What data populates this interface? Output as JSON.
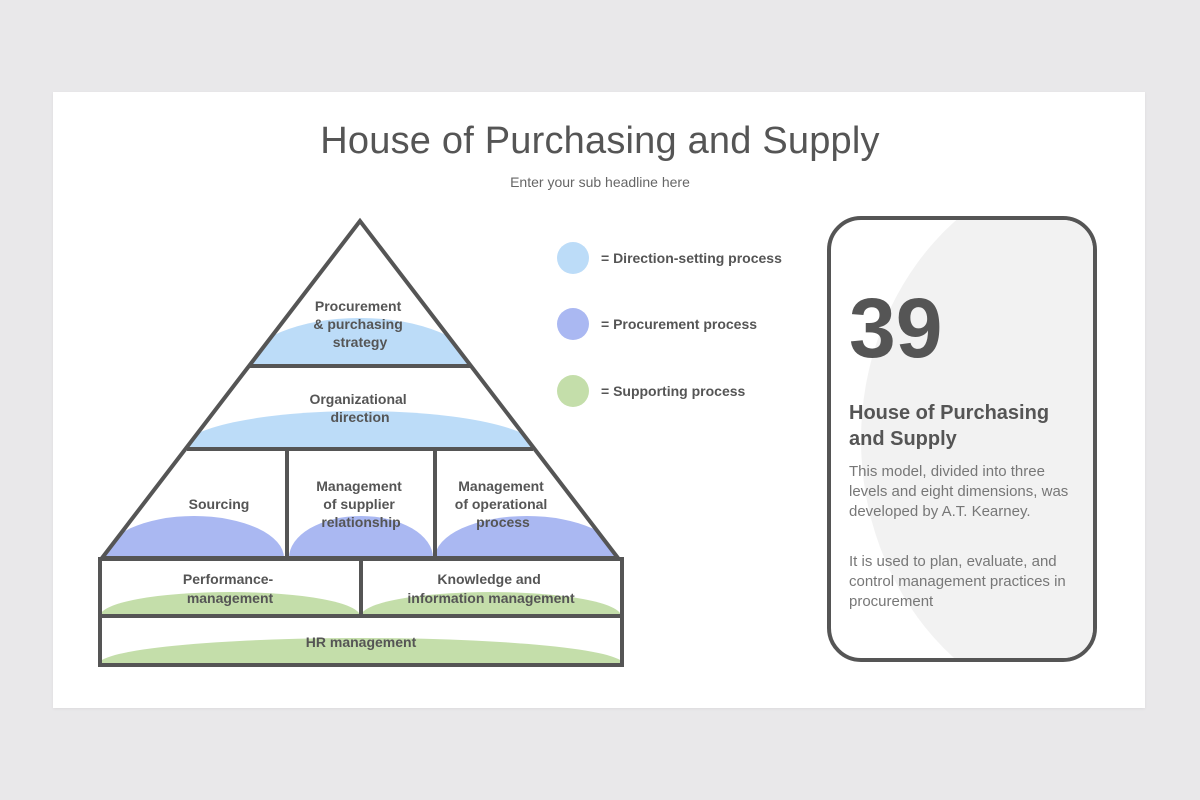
{
  "header": {
    "title": "House of Purchasing and Supply",
    "subtitle": "Enter your sub headline here"
  },
  "pyramid": {
    "segments": [
      {
        "id": "procurement-strategy",
        "lines": [
          "Procurement",
          "& purchasing",
          "strategy"
        ],
        "process": "direction"
      },
      {
        "id": "organizational-direction",
        "lines": [
          "Organizational",
          "direction"
        ],
        "process": "direction"
      },
      {
        "id": "sourcing",
        "lines": [
          "Sourcing"
        ],
        "process": "procurement"
      },
      {
        "id": "supplier-relationship",
        "lines": [
          "Management",
          "of supplier",
          "relationship"
        ],
        "process": "procurement"
      },
      {
        "id": "operational-process",
        "lines": [
          "Management",
          "of operational",
          "process"
        ],
        "process": "procurement"
      },
      {
        "id": "performance-management",
        "lines": [
          "Performance-",
          "management"
        ],
        "process": "supporting"
      },
      {
        "id": "knowledge-management",
        "lines": [
          "Knowledge and",
          "information management"
        ],
        "process": "supporting"
      },
      {
        "id": "hr-management",
        "lines": [
          "HR management"
        ],
        "process": "supporting"
      }
    ]
  },
  "legend": {
    "items": [
      {
        "label": "= Direction-setting process",
        "color": "#bcdcf8"
      },
      {
        "label": "= Procurement process",
        "color": "#aab8f2"
      },
      {
        "label": "= Supporting process",
        "color": "#c4deaa"
      }
    ]
  },
  "card": {
    "number": "39",
    "heading": "House of Purchasing and Supply",
    "paragraph1": "This model, divided into three levels and eight dimensions, was developed by A.T. Kearney.",
    "paragraph2": "It is used to plan, evaluate, and control management practices in procurement"
  },
  "colors": {
    "outline": "#555555",
    "direction": "#bcdcf8",
    "procurement": "#aab8f2",
    "supporting": "#c4deaa"
  }
}
